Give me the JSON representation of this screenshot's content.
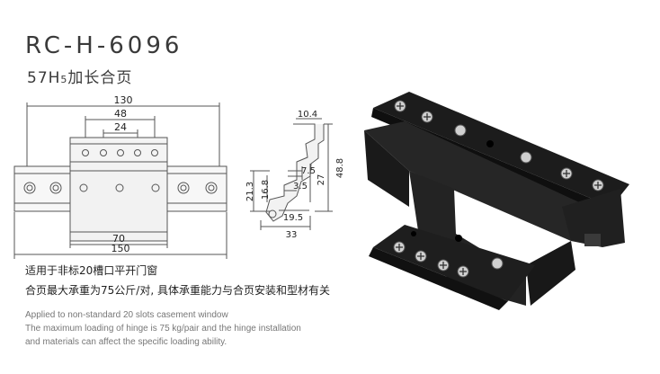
{
  "header": {
    "model": "RC-H-6096",
    "subtitle_main": "57H",
    "subtitle_sub": "5",
    "subtitle_rest": "加长合页"
  },
  "dimensions": {
    "top_130": "130",
    "top_48": "48",
    "top_24": "24",
    "bottom_150": "150",
    "bottom_70": "70",
    "side_10_4": "10.4",
    "side_7_5": "7.5",
    "side_21_3": "21.3",
    "side_16_8": "16.8",
    "side_27": "27",
    "side_48_8": "48.8",
    "side_3_5": "3.5",
    "side_19_5": "19.5",
    "side_33": "33"
  },
  "description_cn": {
    "line1": "适用于非标20槽口平开门窗",
    "line2": "合页最大承重为75公斤/对, 具体承重能力与合页安装和型材有关"
  },
  "description_en": {
    "line1": "Applied to non-standard 20 slots casement window",
    "line2": "The maximum loading of hinge is 75 kg/pair and the hinge installation",
    "line3": "and materials can affect the specific loading ability."
  },
  "colors": {
    "text_dark": "#3a3a3a",
    "text_gray": "#777777",
    "line_drawing": "#555555",
    "hinge_black": "#1e1e1e"
  }
}
